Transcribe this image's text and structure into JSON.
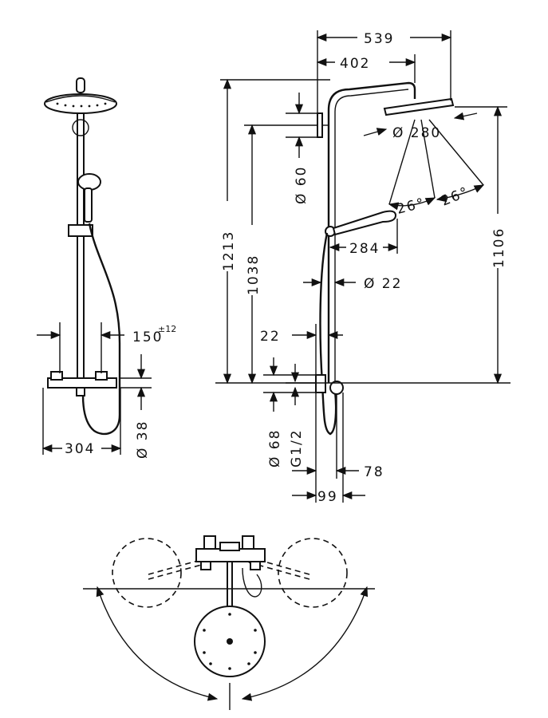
{
  "front_view": {
    "width_label": "304",
    "pitch_label": "150",
    "pitch_tolerance": "±12",
    "pipe_diameter_label": "Ø 38"
  },
  "side_view": {
    "arm_reach_label": "539",
    "arm_offset_label": "402",
    "head_diameter_label": "Ø 280",
    "tilt_left_label": "26°",
    "tilt_right_label": "26°",
    "rod_diameter_label": "Ø 60",
    "total_height_label": "1213",
    "arm_height_label": "1038",
    "head_height_label": "1106",
    "hand_shower_reach_label": "284",
    "hose_diameter_label": "Ø 22",
    "wall_gap_label": "22",
    "valve_diameter_label": "Ø 68",
    "thread_label": "G1/2",
    "depth_78_label": "78",
    "depth_99_label": "99"
  }
}
